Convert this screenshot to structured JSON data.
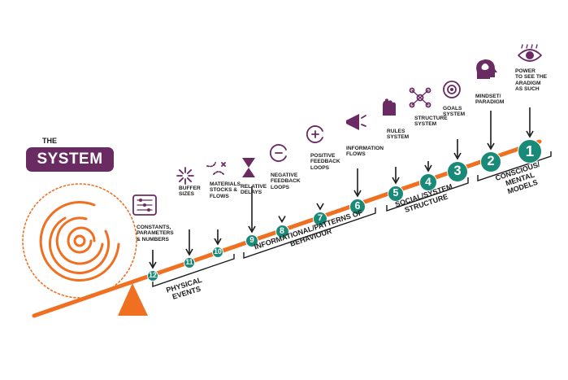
{
  "title_small": "THE",
  "title_main": "SYSTEM",
  "colors": {
    "orange": "#f07022",
    "purple": "#6a2b63",
    "teal": "#1a8a78",
    "ink": "#1b1b1b"
  },
  "points": [
    {
      "number": "12",
      "label": "CONSTANTS,\nPARAMETERS\n& NUMBERS",
      "icon": "sliders-icon"
    },
    {
      "number": "11",
      "label": "BUFFER\nSIZES",
      "icon": "burst-icon"
    },
    {
      "number": "10",
      "label": "MATERIALS\nSTOCKS &\nFLOWS",
      "icon": "flow-path-icon"
    },
    {
      "number": "9",
      "label": "RELATIVE\nDELAYS",
      "icon": "hourglass-icon"
    },
    {
      "number": "8",
      "label": "NEGATIVE\nFEEDBACK\nLOOPS",
      "icon": "minus-loop-icon"
    },
    {
      "number": "7",
      "label": "POSITIVE\nFEEDBACK\nLOOPS",
      "icon": "plus-loop-icon"
    },
    {
      "number": "6",
      "label": "INFORMATION\nFLOWS",
      "icon": "megaphone-icon"
    },
    {
      "number": "5",
      "label": "RULES\nSYSTEM",
      "icon": "hand-icon"
    },
    {
      "number": "4",
      "label": "STRUCTURE\nSYSTEM",
      "icon": "network-icon"
    },
    {
      "number": "3",
      "label": "GOALS\nSYSTEM",
      "icon": "target-icon"
    },
    {
      "number": "2",
      "label": "MINDSET/\nPARADIGM",
      "icon": "head-icon"
    },
    {
      "number": "1",
      "label": "POWER\nTO SEE THE\nARADIGM\nAS SUCH",
      "icon": "eye-icon"
    }
  ],
  "categories": [
    {
      "label": "PHYSICAL\nEVENTS"
    },
    {
      "label": "INFORMATIONAL/PATTERNS OF\nBEHAVIOUR"
    },
    {
      "label": "SOCIAL/SYSTEM\nSTRUCTURE"
    },
    {
      "label": "CONSCIOUS/\nMENTAL MODELS"
    }
  ]
}
